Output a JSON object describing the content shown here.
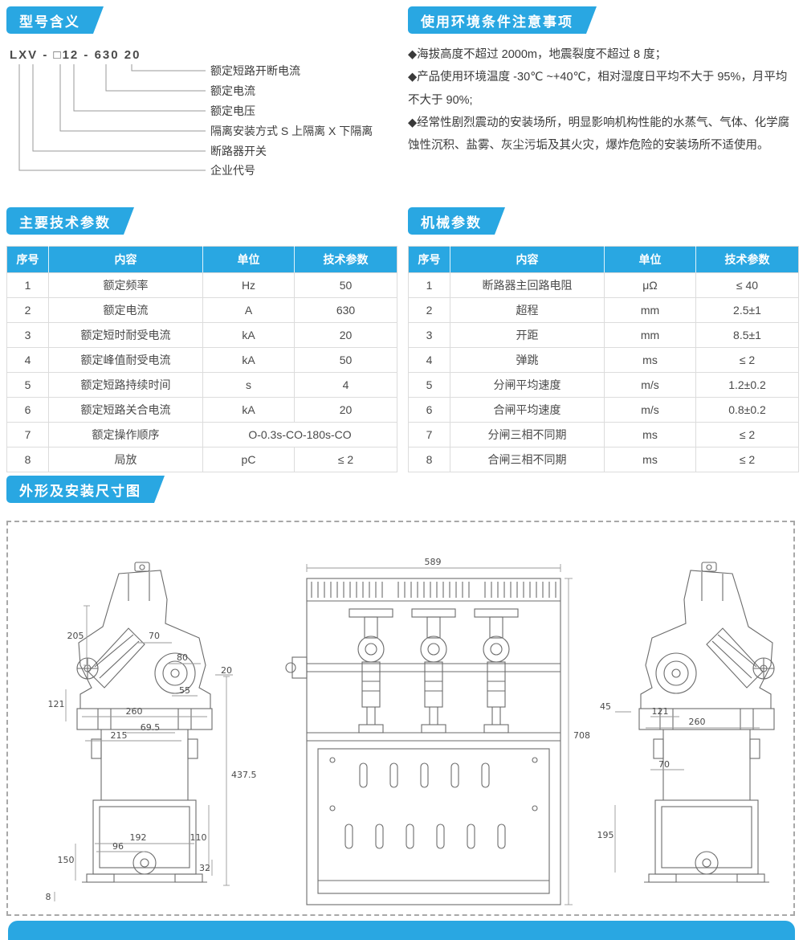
{
  "accent_color": "#29a7e2",
  "model": {
    "title": "型号含义",
    "code": "LXV - □12 - 630  20",
    "labels": [
      "额定短路开断电流",
      "额定电流",
      "额定电压",
      "隔离安装方式 S 上隔离 X 下隔离",
      "断路器开关",
      "企业代号"
    ]
  },
  "environment": {
    "title": "使用环境条件注意事项",
    "items": [
      "◆海拔高度不超过 2000m，地震裂度不超过 8 度；",
      "◆产品使用环境温度 -30℃ ~+40℃，相对湿度日平均不大于 95%，月平均不大于 90%;",
      "◆经常性剧烈震动的安装场所，明显影响机构性能的水蒸气、气体、化学腐蚀性沉积、盐雾、灰尘污垢及其火灾，爆炸危险的安装场所不适使用。"
    ]
  },
  "technical": {
    "title": "主要技术参数",
    "headers": [
      "序号",
      "内容",
      "单位",
      "技术参数"
    ],
    "rows": [
      [
        "1",
        "额定频率",
        "Hz",
        "50"
      ],
      [
        "2",
        "额定电流",
        "A",
        "630"
      ],
      [
        "3",
        "额定短时耐受电流",
        "kA",
        "20"
      ],
      [
        "4",
        "额定峰值耐受电流",
        "kA",
        "50"
      ],
      [
        "5",
        "额定短路持续时间",
        "s",
        "4"
      ],
      [
        "6",
        "额定短路关合电流",
        "kA",
        "20"
      ],
      [
        "7",
        "额定操作顺序",
        "O-0.3s-CO-180s-CO"
      ],
      [
        "8",
        "局放",
        "pC",
        "≤ 2"
      ]
    ]
  },
  "mechanical": {
    "title": "机械参数",
    "headers": [
      "序号",
      "内容",
      "单位",
      "技术参数"
    ],
    "rows": [
      [
        "1",
        "断路器主回路电阻",
        "μΩ",
        "≤ 40"
      ],
      [
        "2",
        "超程",
        "mm",
        "2.5±1"
      ],
      [
        "3",
        "开距",
        "mm",
        "8.5±1"
      ],
      [
        "4",
        "弹跳",
        "ms",
        "≤ 2"
      ],
      [
        "5",
        "分闸平均速度",
        "m/s",
        "1.2±0.2"
      ],
      [
        "6",
        "合闸平均速度",
        "m/s",
        "0.8±0.2"
      ],
      [
        "7",
        "分闸三相不同期",
        "ms",
        "≤ 2"
      ],
      [
        "8",
        "合闸三相不同期",
        "ms",
        "≤ 2"
      ]
    ]
  },
  "drawing": {
    "title": "外形及安装尺寸图",
    "left_view_dims": [
      "205",
      "70",
      "80",
      "20",
      "55",
      "121",
      "260",
      "69.5",
      "215",
      "437.5",
      "192",
      "110",
      "96",
      "32",
      "150",
      "8"
    ],
    "front_view_dims": [
      "589",
      "708"
    ],
    "right_view_dims": [
      "45",
      "121",
      "260",
      "70",
      "195"
    ]
  }
}
